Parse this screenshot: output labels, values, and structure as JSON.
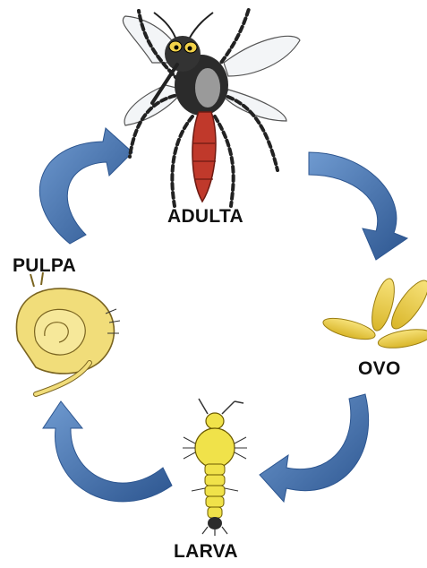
{
  "diagram": {
    "stages": {
      "adult": "ADULTA",
      "egg": "OVO",
      "larva": "LARVA",
      "pupa": "PULPA"
    },
    "colors": {
      "arrow": "#4a78b5",
      "arrow_dark": "#2d5690",
      "egg": "#f0d545",
      "larva": "#f0e24a",
      "pupa": "#f1dd7a",
      "mosquito_body": "#2b2b2b",
      "mosquito_abdomen": "#c0392b"
    }
  }
}
